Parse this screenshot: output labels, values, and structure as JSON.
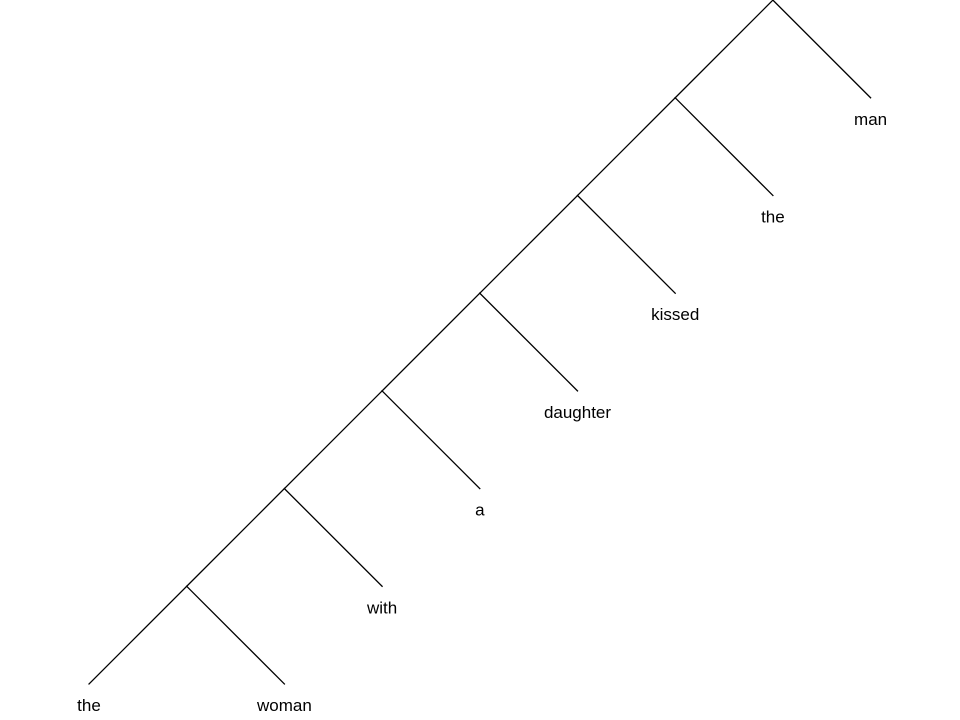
{
  "tree": {
    "words": [
      "the",
      "woman",
      "with",
      "a",
      "daughter",
      "kissed",
      "the",
      "man"
    ],
    "line_color": "#000000",
    "text_color": "#000000"
  }
}
